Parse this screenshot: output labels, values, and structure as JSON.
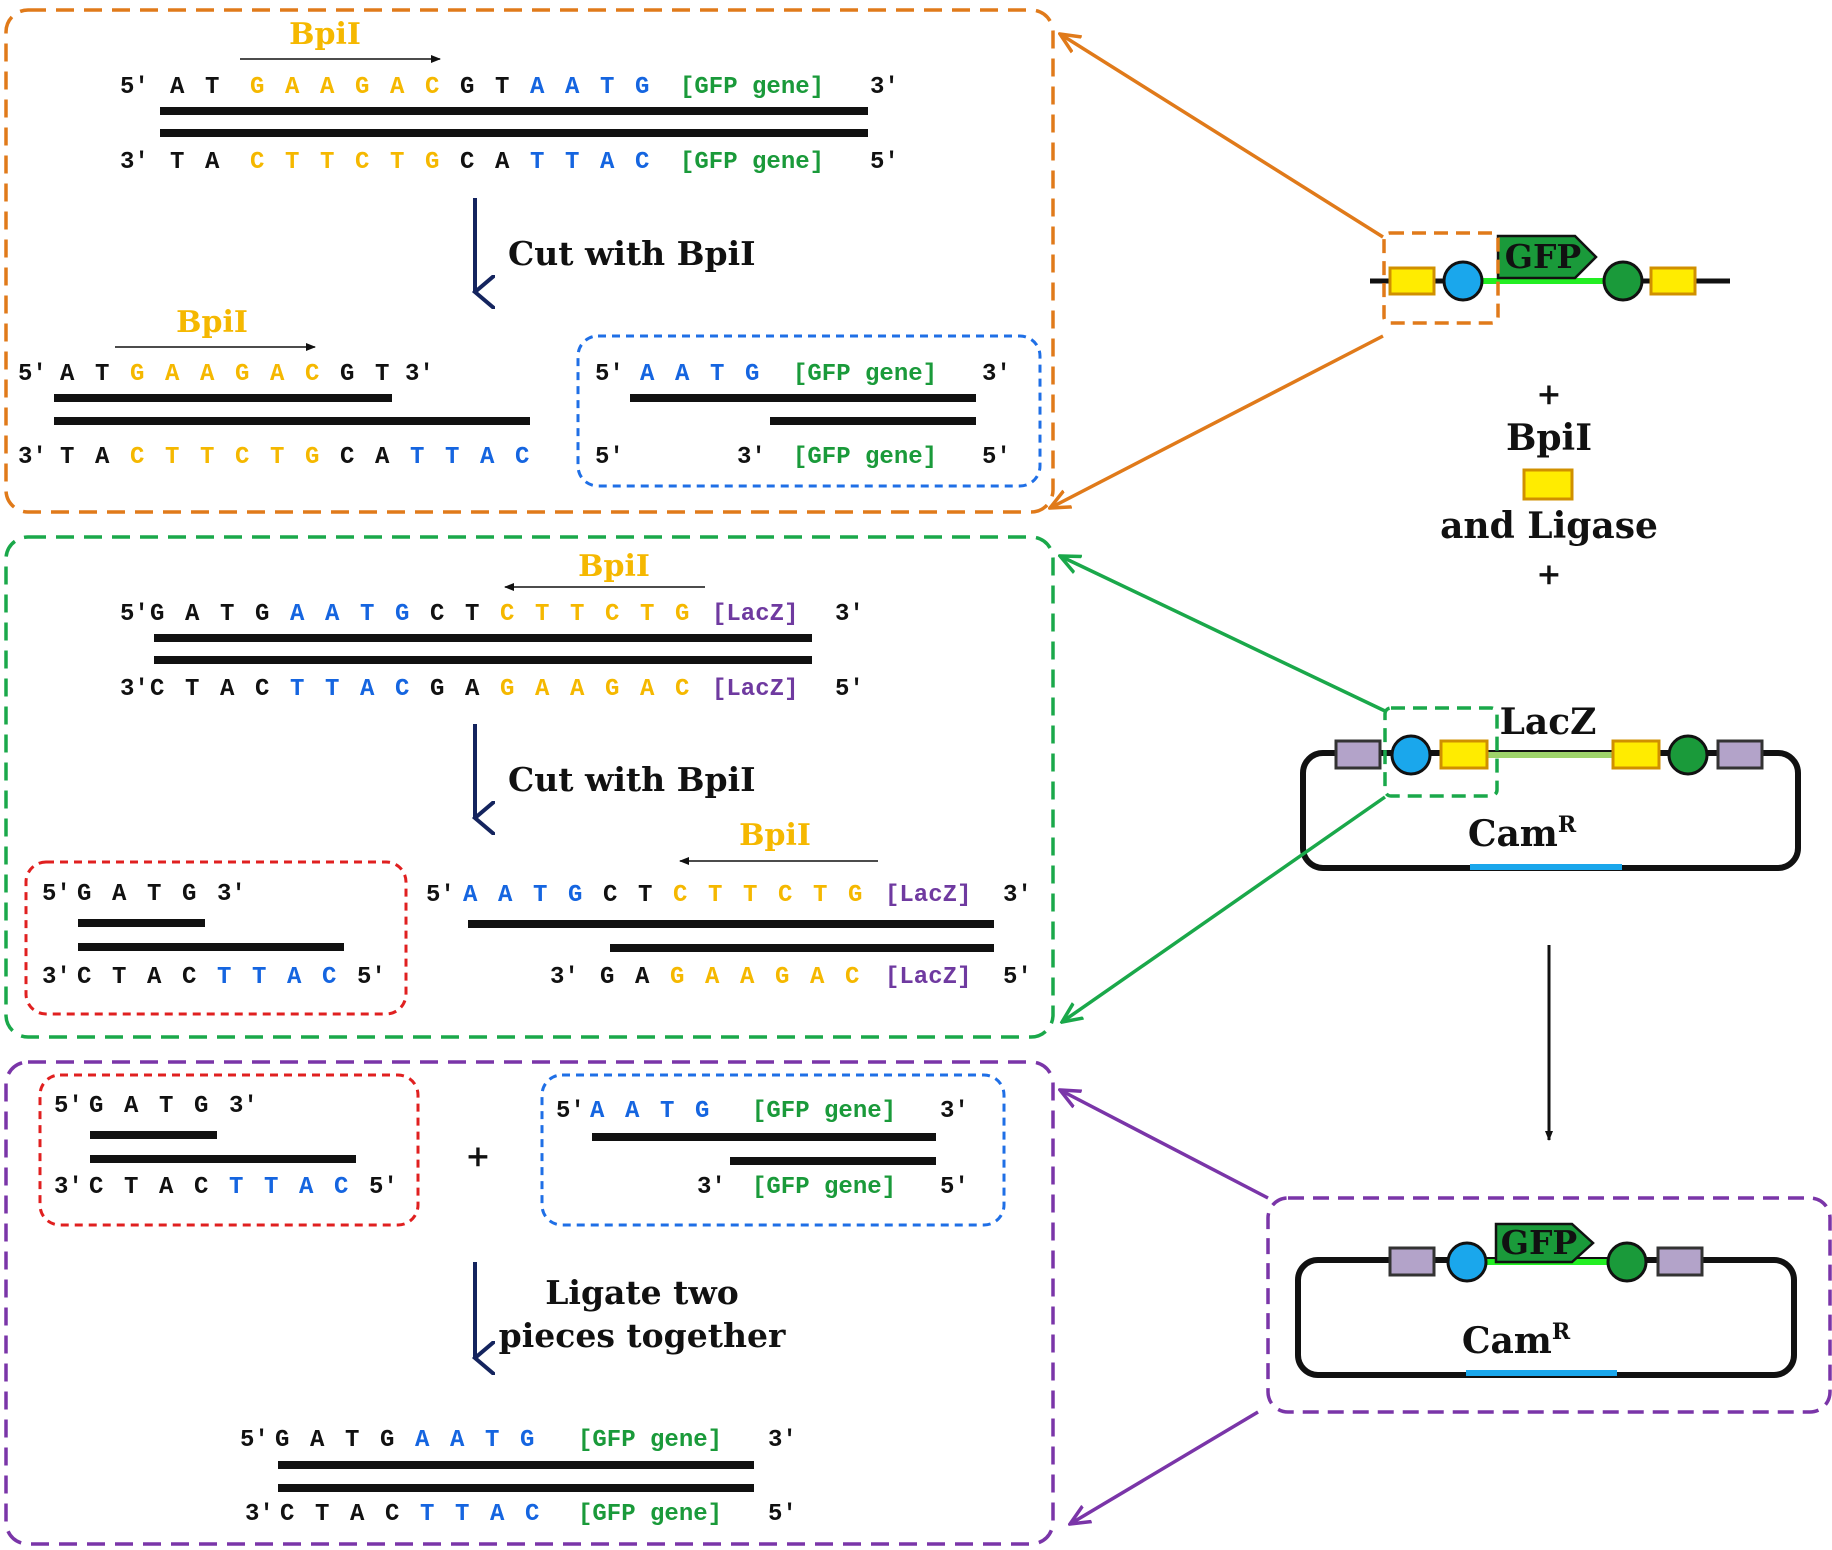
{
  "colors": {
    "black": "#111111",
    "yellow": "#f5b800",
    "blue": "#1565e0",
    "green": "#1a9a3a",
    "purple": "#6f3aa0",
    "navy": "#14245e",
    "orange_box": "#e07a1a",
    "green_box": "#1aa84a",
    "purple_box": "#7a35a8",
    "red_box": "#e02020",
    "blue_box": "#1f6fe6",
    "feature_yellow": "#ffec00",
    "feature_blue": "#1aa7ec",
    "feature_green": "#1a9a3a",
    "feature_purple": "#b3a3c9",
    "gfp_line": "#22ee22",
    "lacz_line": "#9ed36a",
    "camr_line": "#1aa7ec"
  },
  "panel1": {
    "bpil_top": "BpiI",
    "top_strand": [
      {
        "t": "5′",
        "c": "black"
      },
      {
        "t": "A",
        "c": "black"
      },
      {
        "t": "T",
        "c": "black"
      },
      {
        "t": "G",
        "c": "yellow"
      },
      {
        "t": "A",
        "c": "yellow"
      },
      {
        "t": "A",
        "c": "yellow"
      },
      {
        "t": "G",
        "c": "yellow"
      },
      {
        "t": "A",
        "c": "yellow"
      },
      {
        "t": "C",
        "c": "yellow"
      },
      {
        "t": "G",
        "c": "black"
      },
      {
        "t": "T",
        "c": "black"
      },
      {
        "t": "A",
        "c": "blue"
      },
      {
        "t": "A",
        "c": "blue"
      },
      {
        "t": "T",
        "c": "blue"
      },
      {
        "t": "G",
        "c": "blue"
      },
      {
        "t": "[GFP gene]",
        "c": "green"
      },
      {
        "t": "3′",
        "c": "black"
      }
    ],
    "bottom_strand": [
      {
        "t": "3′",
        "c": "black"
      },
      {
        "t": "T",
        "c": "black"
      },
      {
        "t": "A",
        "c": "black"
      },
      {
        "t": "C",
        "c": "yellow"
      },
      {
        "t": "T",
        "c": "yellow"
      },
      {
        "t": "T",
        "c": "yellow"
      },
      {
        "t": "C",
        "c": "yellow"
      },
      {
        "t": "T",
        "c": "yellow"
      },
      {
        "t": "G",
        "c": "yellow"
      },
      {
        "t": "C",
        "c": "black"
      },
      {
        "t": "A",
        "c": "black"
      },
      {
        "t": "T",
        "c": "blue"
      },
      {
        "t": "T",
        "c": "blue"
      },
      {
        "t": "A",
        "c": "blue"
      },
      {
        "t": "C",
        "c": "blue"
      },
      {
        "t": "[GFP gene]",
        "c": "green"
      },
      {
        "t": "5′",
        "c": "black"
      }
    ],
    "cut_label": "Cut with BpiI",
    "bpil_left": "BpiI",
    "left_top": [
      {
        "t": "5′",
        "c": "black"
      },
      {
        "t": "A",
        "c": "black"
      },
      {
        "t": "T",
        "c": "black"
      },
      {
        "t": "G",
        "c": "yellow"
      },
      {
        "t": "A",
        "c": "yellow"
      },
      {
        "t": "A",
        "c": "yellow"
      },
      {
        "t": "G",
        "c": "yellow"
      },
      {
        "t": "A",
        "c": "yellow"
      },
      {
        "t": "C",
        "c": "yellow"
      },
      {
        "t": "G",
        "c": "black"
      },
      {
        "t": "T",
        "c": "black"
      },
      {
        "t": "3′",
        "c": "black"
      }
    ],
    "left_bottom": [
      {
        "t": "3′",
        "c": "black"
      },
      {
        "t": "T",
        "c": "black"
      },
      {
        "t": "A",
        "c": "black"
      },
      {
        "t": "C",
        "c": "yellow"
      },
      {
        "t": "T",
        "c": "yellow"
      },
      {
        "t": "T",
        "c": "yellow"
      },
      {
        "t": "C",
        "c": "yellow"
      },
      {
        "t": "T",
        "c": "yellow"
      },
      {
        "t": "G",
        "c": "yellow"
      },
      {
        "t": "C",
        "c": "black"
      },
      {
        "t": "A",
        "c": "black"
      },
      {
        "t": "T",
        "c": "blue"
      },
      {
        "t": "T",
        "c": "blue"
      },
      {
        "t": "A",
        "c": "blue"
      },
      {
        "t": "C",
        "c": "blue"
      }
    ],
    "right_top": [
      {
        "t": "5′",
        "c": "black"
      },
      {
        "t": "A",
        "c": "blue"
      },
      {
        "t": "A",
        "c": "blue"
      },
      {
        "t": "T",
        "c": "blue"
      },
      {
        "t": "G",
        "c": "blue"
      },
      {
        "t": "[GFP gene]",
        "c": "green"
      },
      {
        "t": "3′",
        "c": "black"
      }
    ],
    "right_bottom": [
      {
        "t": "5′",
        "c": "black"
      },
      {
        "t": "3′",
        "c": "black"
      },
      {
        "t": "[GFP gene]",
        "c": "green"
      },
      {
        "t": "5′",
        "c": "black"
      }
    ]
  },
  "panel2": {
    "bpil_top": "BpiI",
    "top_strand": [
      {
        "t": "5′",
        "c": "black"
      },
      {
        "t": "G",
        "c": "black"
      },
      {
        "t": "A",
        "c": "black"
      },
      {
        "t": "T",
        "c": "black"
      },
      {
        "t": "G",
        "c": "black"
      },
      {
        "t": "A",
        "c": "blue"
      },
      {
        "t": "A",
        "c": "blue"
      },
      {
        "t": "T",
        "c": "blue"
      },
      {
        "t": "G",
        "c": "blue"
      },
      {
        "t": "C",
        "c": "black"
      },
      {
        "t": "T",
        "c": "black"
      },
      {
        "t": "C",
        "c": "yellow"
      },
      {
        "t": "T",
        "c": "yellow"
      },
      {
        "t": "T",
        "c": "yellow"
      },
      {
        "t": "C",
        "c": "yellow"
      },
      {
        "t": "T",
        "c": "yellow"
      },
      {
        "t": "G",
        "c": "yellow"
      },
      {
        "t": "[LacZ]",
        "c": "purple"
      },
      {
        "t": "3′",
        "c": "black"
      }
    ],
    "bottom_strand": [
      {
        "t": "3′",
        "c": "black"
      },
      {
        "t": "C",
        "c": "black"
      },
      {
        "t": "T",
        "c": "black"
      },
      {
        "t": "A",
        "c": "black"
      },
      {
        "t": "C",
        "c": "black"
      },
      {
        "t": "T",
        "c": "blue"
      },
      {
        "t": "T",
        "c": "blue"
      },
      {
        "t": "A",
        "c": "blue"
      },
      {
        "t": "C",
        "c": "blue"
      },
      {
        "t": "G",
        "c": "black"
      },
      {
        "t": "A",
        "c": "black"
      },
      {
        "t": "G",
        "c": "yellow"
      },
      {
        "t": "A",
        "c": "yellow"
      },
      {
        "t": "A",
        "c": "yellow"
      },
      {
        "t": "G",
        "c": "yellow"
      },
      {
        "t": "A",
        "c": "yellow"
      },
      {
        "t": "C",
        "c": "yellow"
      },
      {
        "t": "[LacZ]",
        "c": "purple"
      },
      {
        "t": "5′",
        "c": "black"
      }
    ],
    "cut_label": "Cut with BpiI",
    "left_top": [
      {
        "t": "5′",
        "c": "black"
      },
      {
        "t": "G",
        "c": "black"
      },
      {
        "t": "A",
        "c": "black"
      },
      {
        "t": "T",
        "c": "black"
      },
      {
        "t": "G",
        "c": "black"
      },
      {
        "t": "3′",
        "c": "black"
      }
    ],
    "left_bottom": [
      {
        "t": "3′",
        "c": "black"
      },
      {
        "t": "C",
        "c": "black"
      },
      {
        "t": "T",
        "c": "black"
      },
      {
        "t": "A",
        "c": "black"
      },
      {
        "t": "C",
        "c": "black"
      },
      {
        "t": "T",
        "c": "blue"
      },
      {
        "t": "T",
        "c": "blue"
      },
      {
        "t": "A",
        "c": "blue"
      },
      {
        "t": "C",
        "c": "blue"
      },
      {
        "t": "5′",
        "c": "black"
      }
    ],
    "bpil_right": "BpiI",
    "right_top": [
      {
        "t": "5′",
        "c": "black"
      },
      {
        "t": "A",
        "c": "blue"
      },
      {
        "t": "A",
        "c": "blue"
      },
      {
        "t": "T",
        "c": "blue"
      },
      {
        "t": "G",
        "c": "blue"
      },
      {
        "t": "C",
        "c": "black"
      },
      {
        "t": "T",
        "c": "black"
      },
      {
        "t": "C",
        "c": "yellow"
      },
      {
        "t": "T",
        "c": "yellow"
      },
      {
        "t": "T",
        "c": "yellow"
      },
      {
        "t": "C",
        "c": "yellow"
      },
      {
        "t": "T",
        "c": "yellow"
      },
      {
        "t": "G",
        "c": "yellow"
      },
      {
        "t": "[LacZ]",
        "c": "purple"
      },
      {
        "t": "3′",
        "c": "black"
      }
    ],
    "right_bottom": [
      {
        "t": "3′",
        "c": "black"
      },
      {
        "t": "G",
        "c": "black"
      },
      {
        "t": "A",
        "c": "black"
      },
      {
        "t": "G",
        "c": "yellow"
      },
      {
        "t": "A",
        "c": "yellow"
      },
      {
        "t": "A",
        "c": "yellow"
      },
      {
        "t": "G",
        "c": "yellow"
      },
      {
        "t": "A",
        "c": "yellow"
      },
      {
        "t": "C",
        "c": "yellow"
      },
      {
        "t": "[LacZ]",
        "c": "purple"
      },
      {
        "t": "5′",
        "c": "black"
      }
    ]
  },
  "panel3": {
    "left_top": [
      {
        "t": "5′",
        "c": "black"
      },
      {
        "t": "G",
        "c": "black"
      },
      {
        "t": "A",
        "c": "black"
      },
      {
        "t": "T",
        "c": "black"
      },
      {
        "t": "G",
        "c": "black"
      },
      {
        "t": "3′",
        "c": "black"
      }
    ],
    "left_bottom": [
      {
        "t": "3′",
        "c": "black"
      },
      {
        "t": "C",
        "c": "black"
      },
      {
        "t": "T",
        "c": "black"
      },
      {
        "t": "A",
        "c": "black"
      },
      {
        "t": "C",
        "c": "black"
      },
      {
        "t": "T",
        "c": "blue"
      },
      {
        "t": "T",
        "c": "blue"
      },
      {
        "t": "A",
        "c": "blue"
      },
      {
        "t": "C",
        "c": "blue"
      },
      {
        "t": "5′",
        "c": "black"
      }
    ],
    "plus": "+",
    "right_top": [
      {
        "t": "5′",
        "c": "black"
      },
      {
        "t": "A",
        "c": "blue"
      },
      {
        "t": "A",
        "c": "blue"
      },
      {
        "t": "T",
        "c": "blue"
      },
      {
        "t": "G",
        "c": "blue"
      },
      {
        "t": "[GFP gene]",
        "c": "green"
      },
      {
        "t": "3′",
        "c": "black"
      }
    ],
    "right_bottom": [
      {
        "t": "3′",
        "c": "black"
      },
      {
        "t": "[GFP gene]",
        "c": "green"
      },
      {
        "t": "5′",
        "c": "black"
      }
    ],
    "ligate_line1": "Ligate two",
    "ligate_line2": "pieces together",
    "final_top": [
      {
        "t": "5′",
        "c": "black"
      },
      {
        "t": "G",
        "c": "black"
      },
      {
        "t": "A",
        "c": "black"
      },
      {
        "t": "T",
        "c": "black"
      },
      {
        "t": "G",
        "c": "black"
      },
      {
        "t": "A",
        "c": "blue"
      },
      {
        "t": "A",
        "c": "blue"
      },
      {
        "t": "T",
        "c": "blue"
      },
      {
        "t": "G",
        "c": "blue"
      },
      {
        "t": "[GFP gene]",
        "c": "green"
      },
      {
        "t": "3′",
        "c": "black"
      }
    ],
    "final_bottom": [
      {
        "t": "3′",
        "c": "black"
      },
      {
        "t": "C",
        "c": "black"
      },
      {
        "t": "T",
        "c": "black"
      },
      {
        "t": "A",
        "c": "black"
      },
      {
        "t": "C",
        "c": "black"
      },
      {
        "t": "T",
        "c": "blue"
      },
      {
        "t": "T",
        "c": "blue"
      },
      {
        "t": "A",
        "c": "blue"
      },
      {
        "t": "C",
        "c": "blue"
      },
      {
        "t": "[GFP gene]",
        "c": "green"
      },
      {
        "t": "5′",
        "c": "black"
      }
    ]
  },
  "right": {
    "gfp_label": "GFP",
    "plus1": "+",
    "bpil_label": "BpiI",
    "ligase_label": "and Ligase",
    "plus2": "+",
    "lacz_label": "LacZ",
    "camr_label": "Cam",
    "camr_sup": "R",
    "gfp_label2": "GFP",
    "camr_label2": "Cam",
    "camr_sup2": "R"
  }
}
